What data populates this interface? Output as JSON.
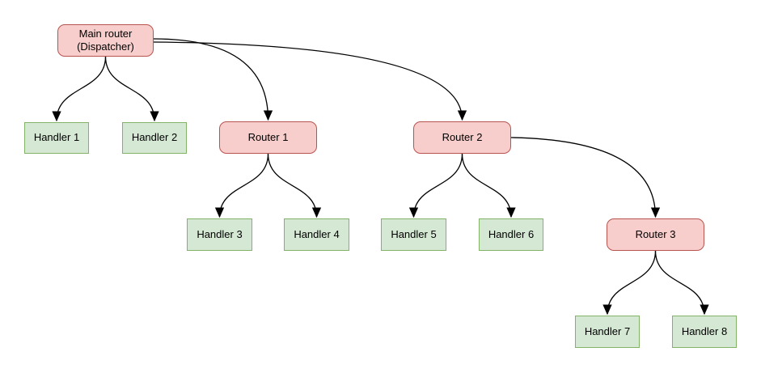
{
  "diagram": {
    "type": "flow-tree",
    "background": "#ffffff",
    "colors": {
      "router_fill": "#f8cecc",
      "router_border": "#b85450",
      "handler_fill": "#d5e8d4",
      "handler_border": "#82b366",
      "edge": "#000000",
      "text": "#000000"
    },
    "nodes": [
      {
        "id": "main",
        "type": "router",
        "label": "Main router\n(Dispatcher)"
      },
      {
        "id": "handler1",
        "type": "handler",
        "label": "Handler 1"
      },
      {
        "id": "handler2",
        "type": "handler",
        "label": "Handler 2"
      },
      {
        "id": "router1",
        "type": "router",
        "label": "Router 1"
      },
      {
        "id": "handler3",
        "type": "handler",
        "label": "Handler 3"
      },
      {
        "id": "handler4",
        "type": "handler",
        "label": "Handler 4"
      },
      {
        "id": "router2",
        "type": "router",
        "label": "Router 2"
      },
      {
        "id": "handler5",
        "type": "handler",
        "label": "Handler 5"
      },
      {
        "id": "handler6",
        "type": "handler",
        "label": "Handler 6"
      },
      {
        "id": "router3",
        "type": "router",
        "label": "Router 3"
      },
      {
        "id": "handler7",
        "type": "handler",
        "label": "Handler 7"
      },
      {
        "id": "handler8",
        "type": "handler",
        "label": "Handler 8"
      }
    ],
    "edges": [
      {
        "from": "main",
        "to": "handler1"
      },
      {
        "from": "main",
        "to": "handler2"
      },
      {
        "from": "main",
        "to": "router1"
      },
      {
        "from": "main",
        "to": "router2"
      },
      {
        "from": "router1",
        "to": "handler3"
      },
      {
        "from": "router1",
        "to": "handler4"
      },
      {
        "from": "router2",
        "to": "handler5"
      },
      {
        "from": "router2",
        "to": "handler6"
      },
      {
        "from": "router2",
        "to": "router3"
      },
      {
        "from": "router3",
        "to": "handler7"
      },
      {
        "from": "router3",
        "to": "handler8"
      }
    ]
  }
}
